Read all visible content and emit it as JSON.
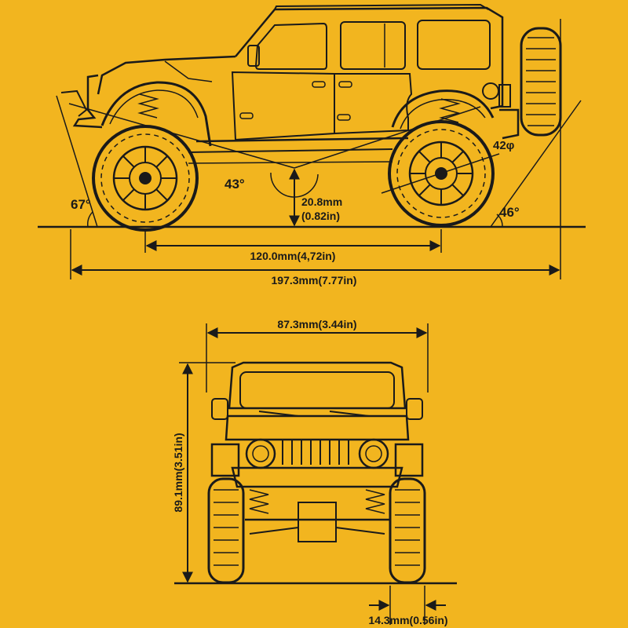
{
  "side_view": {
    "approach_angle": "67°",
    "breakover_angle": "43°",
    "departure_angle": "46°",
    "ground_clearance_mm": "20.8mm",
    "ground_clearance_in": "(0.82in)",
    "tire_diameter": "42φ",
    "wheelbase": "120.0mm(4,72in)",
    "overall_length": "197.3mm(7.77in)"
  },
  "front_view": {
    "overall_width": "87.3mm(3.44in)",
    "overall_height": "89.1mm(3.51in)",
    "tire_width": "14.3mm(0.56in)"
  },
  "colors": {
    "background": "#f2b51f",
    "line": "#1a1a1a"
  }
}
